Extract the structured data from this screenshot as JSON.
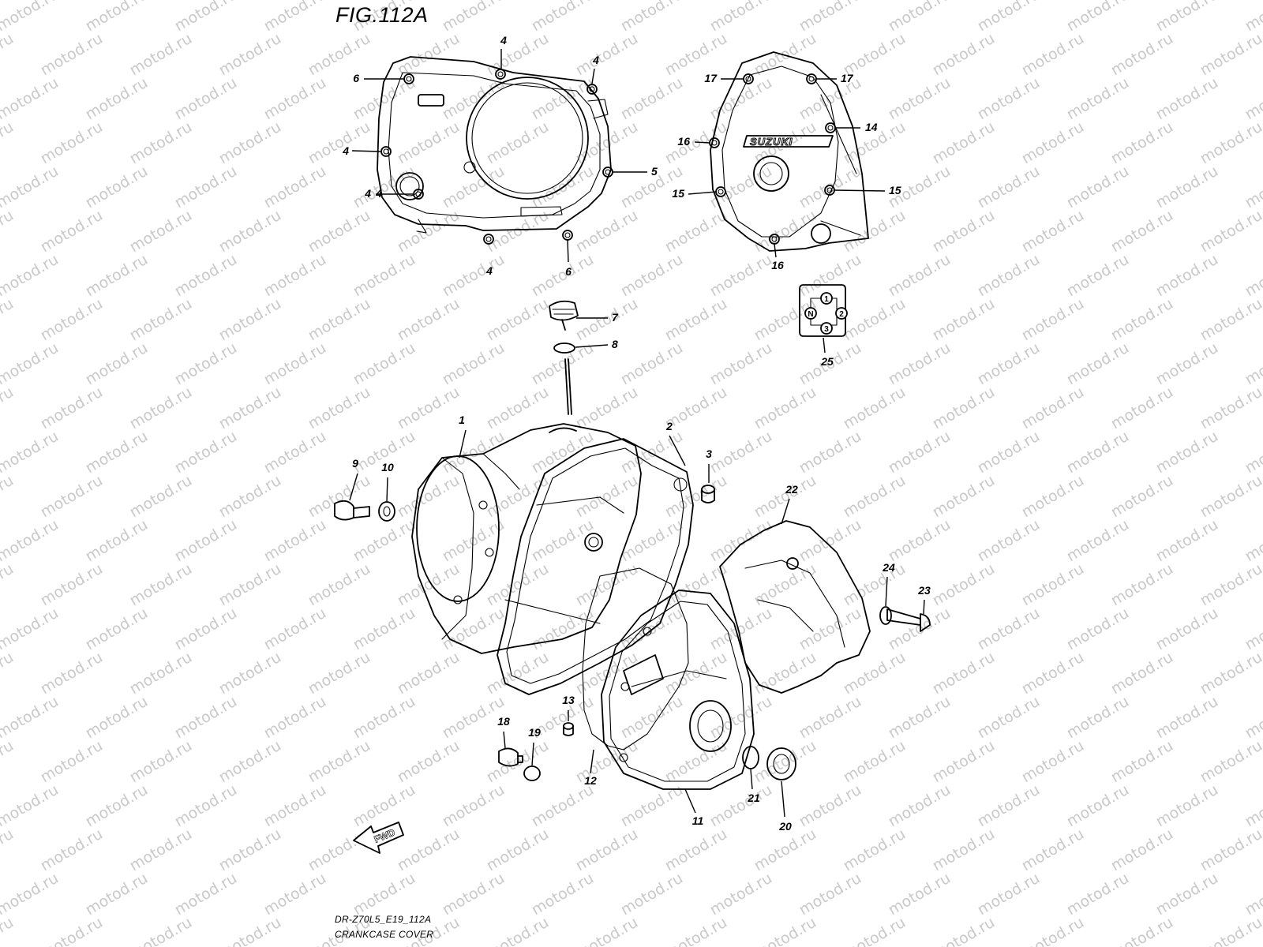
{
  "figure": {
    "title": "FIG.112A",
    "code": "DR-Z70L5_E19_112A",
    "caption": "CRANKCASE COVER",
    "watermark": "motod.ru",
    "brand_mark": "SUZUKI",
    "direction_label": "FWD"
  },
  "gear_indicator": [
    "N",
    "1",
    "2",
    "3"
  ],
  "callouts": [
    "1",
    "2",
    "3",
    "4",
    "4",
    "4",
    "4",
    "4",
    "4",
    "5",
    "6",
    "6",
    "7",
    "8",
    "9",
    "10",
    "11",
    "12",
    "13",
    "14",
    "15",
    "15",
    "16",
    "16",
    "17",
    "17",
    "18",
    "19",
    "20",
    "21",
    "22",
    "23",
    "24",
    "25"
  ]
}
